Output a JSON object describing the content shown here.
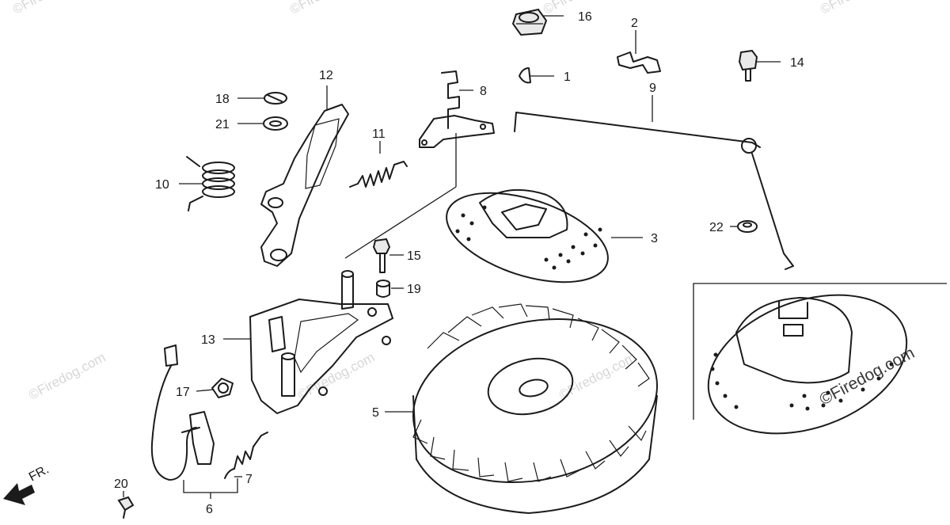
{
  "labels": {
    "p1": "1",
    "p2": "2",
    "p3": "3",
    "p5": "5",
    "p6": "6",
    "p7": "7",
    "p8": "8",
    "p9": "9",
    "p10": "10",
    "p11": "11",
    "p12": "12",
    "p13": "13",
    "p14": "14",
    "p15": "15",
    "p16": "16",
    "p17": "17",
    "p18": "18",
    "p19": "19",
    "p20": "20",
    "p21": "21",
    "p22": "22"
  },
  "direction_marker": "FR.",
  "watermark": "©Firedog.com",
  "colors": {
    "line": "#1b1b1b",
    "watermark": "#b5b5b5",
    "background": "#ffffff"
  }
}
